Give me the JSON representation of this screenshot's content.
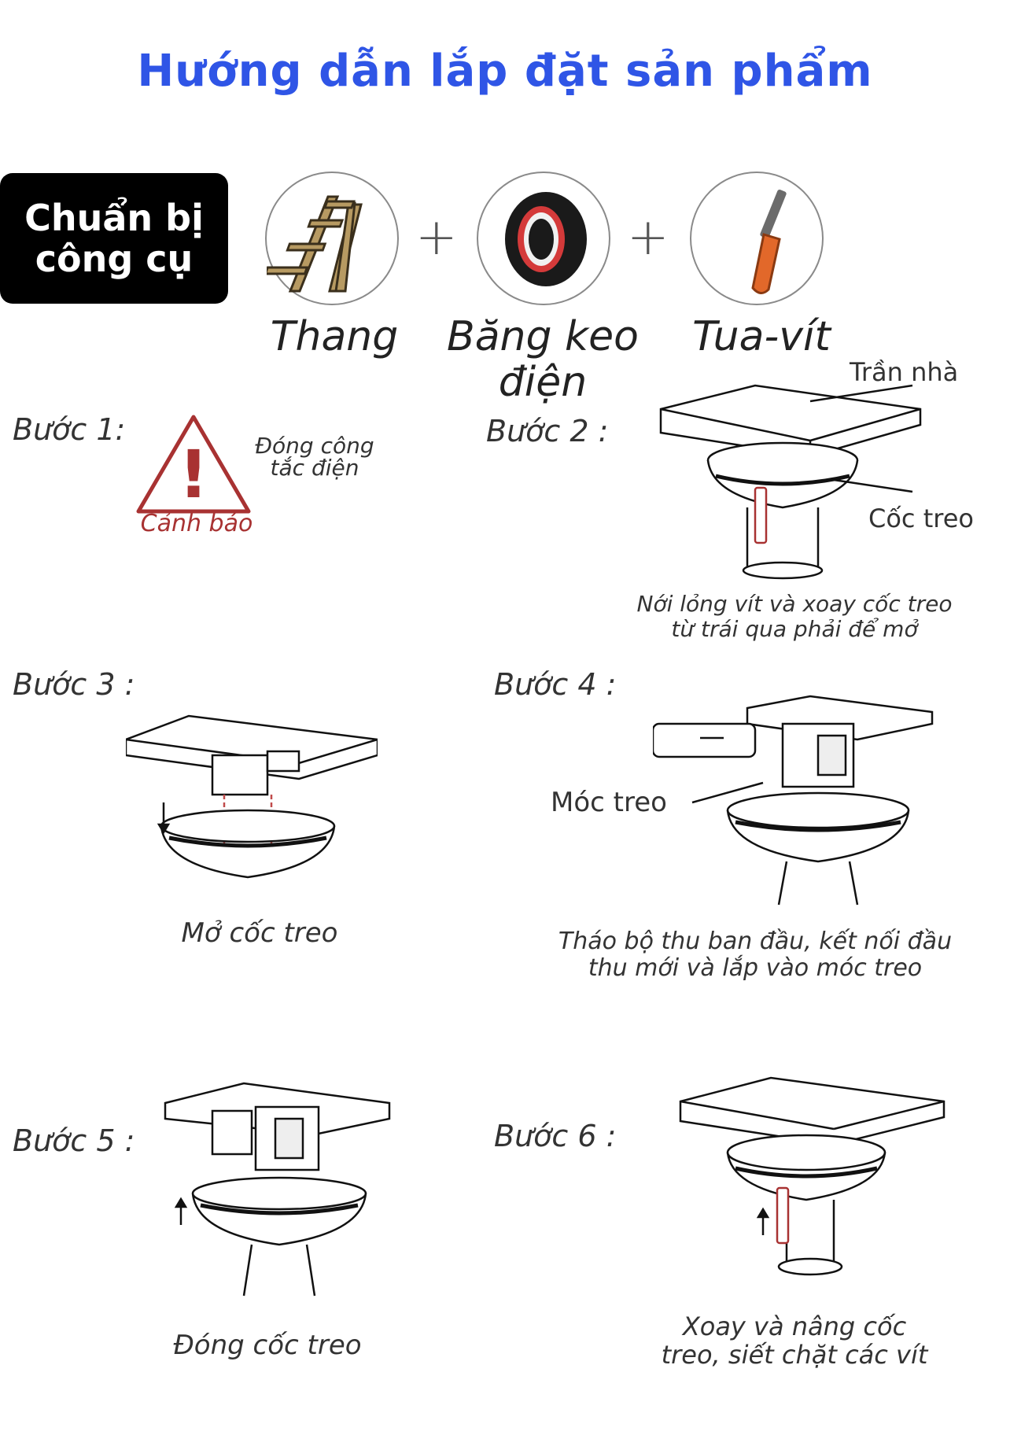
{
  "title": "Hướng dẫn lắp đặt sản phẩm",
  "tools": {
    "badge_line1": "Chuẩn bị",
    "badge_line2": "công cụ",
    "plus": "+",
    "items": [
      {
        "label": "Thang",
        "icon": "ladder-icon"
      },
      {
        "label_line1": "Băng keo",
        "label_line2": "điện",
        "icon": "electrical-tape-icon"
      },
      {
        "label": "Tua-vít",
        "icon": "screwdriver-icon"
      }
    ]
  },
  "steps": {
    "s1": {
      "label": "Bước 1:",
      "note_line1": "Đóng công",
      "note_line2": "tắc điện",
      "warning": "Cảnh báo",
      "warning_symbol": "!"
    },
    "s2": {
      "label": "Bước 2 :",
      "ceiling": "Trần nhà",
      "cup": "Cốc treo",
      "note_line1": "Nới lỏng vít và xoay cốc treo",
      "note_line2": "từ trái qua phải để mở"
    },
    "s3": {
      "label": "Bước 3 :",
      "note": "Mở cốc treo"
    },
    "s4": {
      "label": "Bước 4 :",
      "hook": "Móc treo",
      "note_line1": "Tháo bộ thu ban đầu, kết nối đầu",
      "note_line2": "thu mới và lắp vào móc treo"
    },
    "s5": {
      "label": "Bước 5 :",
      "note": "Đóng cốc treo"
    },
    "s6": {
      "label": "Bước 6 :",
      "note_line1": "Xoay và nâng cốc",
      "note_line2": "treo, siết chặt các vít"
    }
  },
  "colors": {
    "title": "#2f55e6",
    "warning": "#a83232",
    "badge_bg": "#000000",
    "tape_red": "#d43a3a",
    "screwdriver_orange": "#e2682a"
  }
}
